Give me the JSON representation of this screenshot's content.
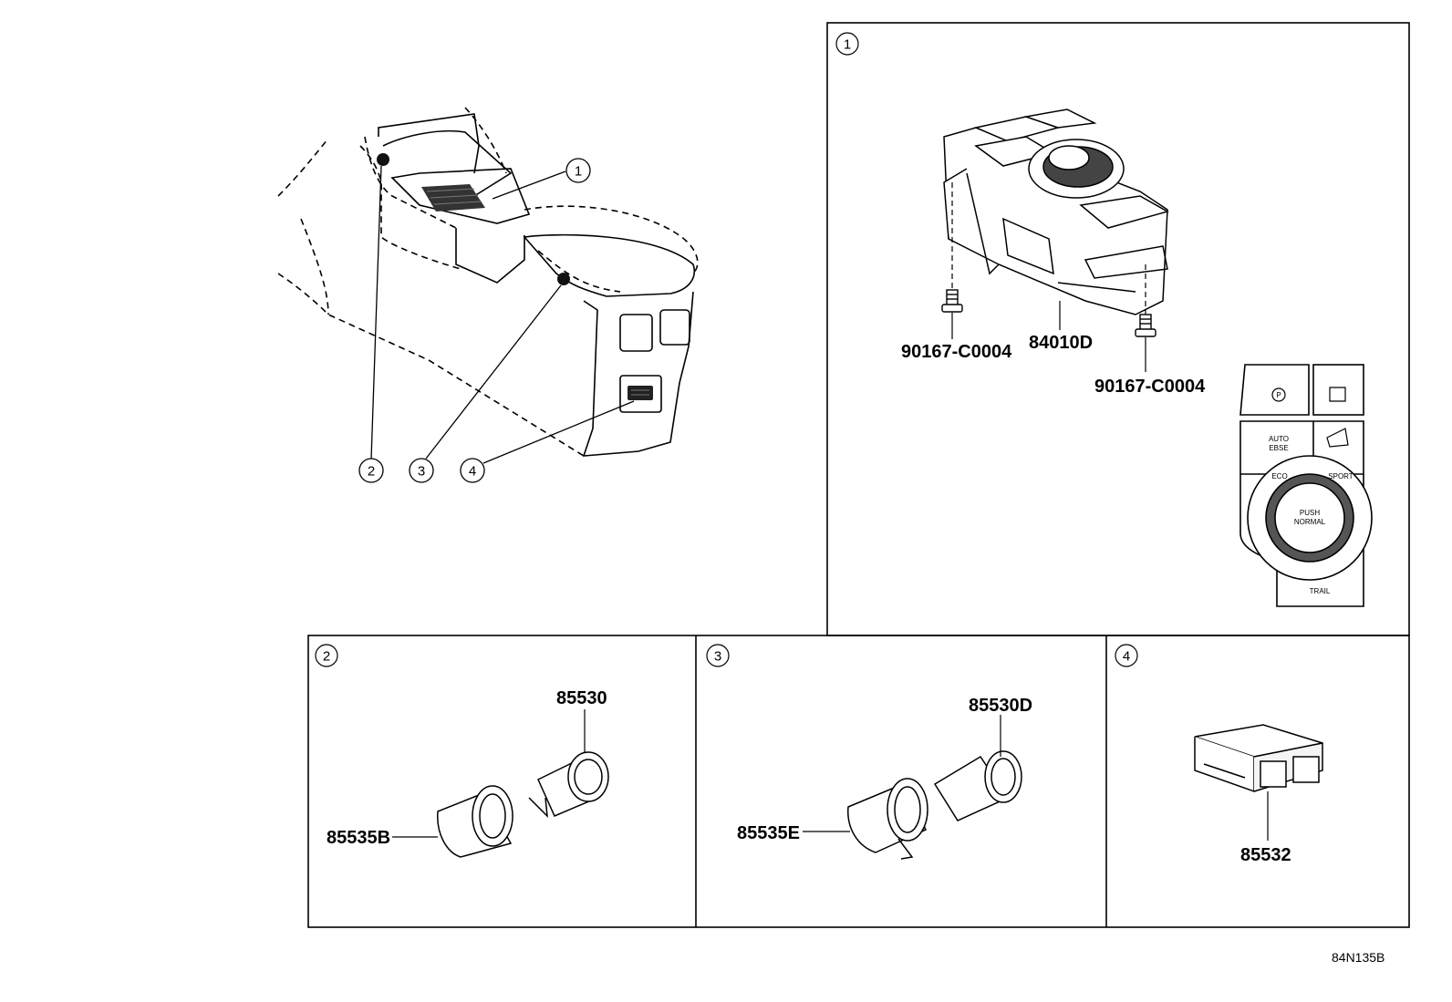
{
  "diagram_id": "84N135B",
  "callouts": [
    "1",
    "2",
    "3",
    "4"
  ],
  "panels": {
    "p1": {
      "number": "1",
      "parts": {
        "switch_assembly": "84010D",
        "screw_left": "90167-C0004",
        "screw_right": "90167-C0004"
      },
      "switch_face_labels": {
        "auto": "AUTO",
        "ebse": "EBSE",
        "eco": "ECO",
        "sport": "SPORT",
        "push": "PUSH",
        "normal": "NORMAL",
        "trail": "TRAIL"
      }
    },
    "p2": {
      "number": "2",
      "parts": {
        "socket": "85530",
        "cap": "85535B"
      }
    },
    "p3": {
      "number": "3",
      "parts": {
        "socket": "85530D",
        "cap": "85535E"
      }
    },
    "p4": {
      "number": "4",
      "parts": {
        "usb": "85532"
      }
    }
  }
}
